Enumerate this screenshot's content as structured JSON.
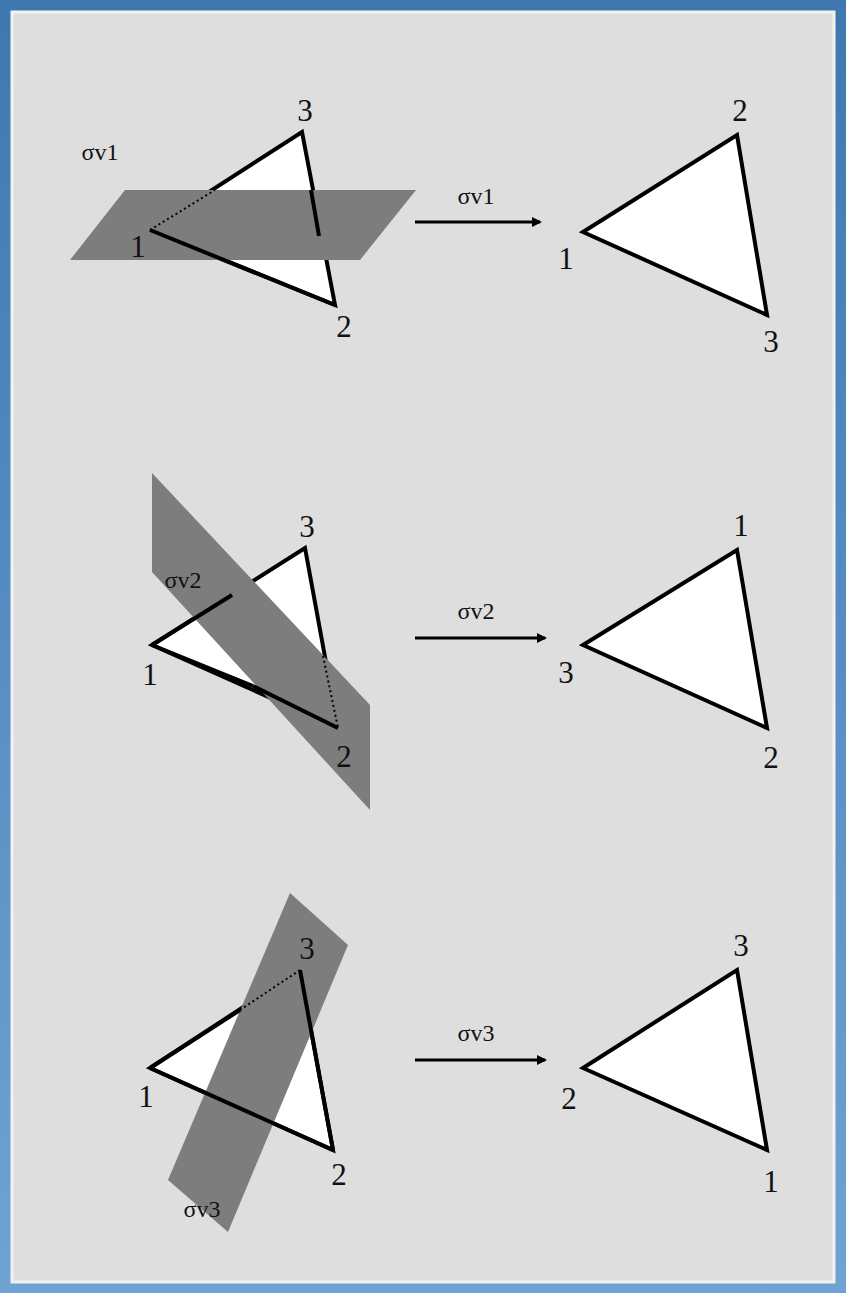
{
  "diagram": {
    "labels": [
      "σv1",
      "3",
      "1",
      "2",
      "σv1",
      "2",
      "1",
      "3",
      "σv2",
      "3",
      "1",
      "2",
      "σv2",
      "1",
      "3",
      "2",
      "3",
      "1",
      "2",
      "σv3",
      "σv3",
      "3",
      "2",
      "1"
    ]
  }
}
